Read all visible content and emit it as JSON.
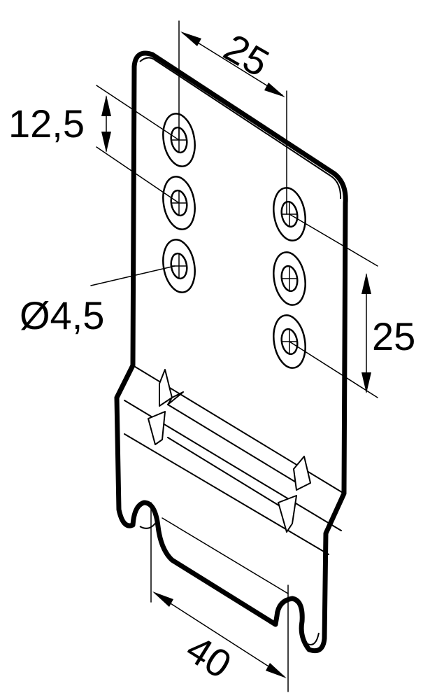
{
  "dimensions": {
    "top_spacing": "25",
    "hole_pitch": "12,5",
    "hole_diameter": "Ø4,5",
    "right_spacing": "25",
    "slot_width": "40"
  },
  "colors": {
    "line": "#000000",
    "background": "#ffffff"
  }
}
